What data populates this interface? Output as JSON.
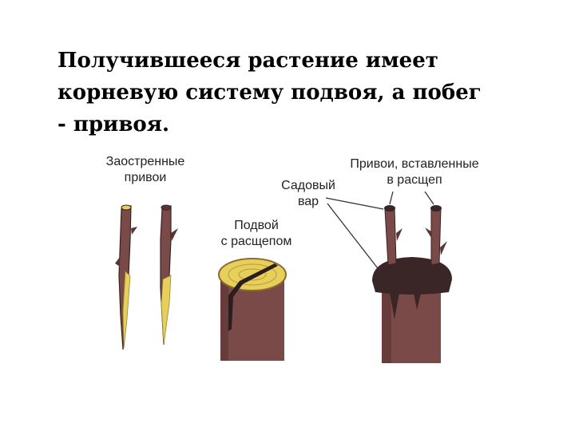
{
  "title": "Получившееся растение имеет\nкорневую систему подвоя, а побег\n- привоя.",
  "labels": {
    "sharpened_scions": "Заостренные\nпривои",
    "rootstock_with_split": "Подвой\nс расщепом",
    "garden_wax": "Садовый\nвар",
    "inserted_scions": "Привои, вставленные\nв расщеп"
  },
  "colors": {
    "bark": "#7a4a48",
    "bark_dark": "#5b3433",
    "cut_wood": "#e6cf5a",
    "wax": "#3a2626"
  }
}
